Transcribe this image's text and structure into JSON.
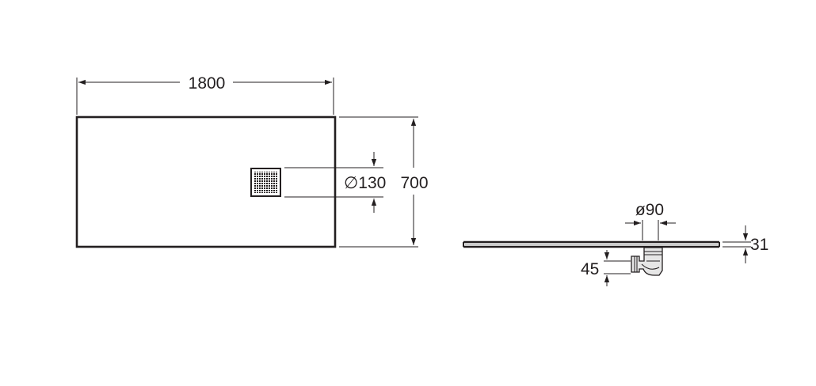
{
  "plan_view": {
    "length_label": "1800",
    "width_label": "700",
    "drain_label": "∅130"
  },
  "side_view": {
    "outlet_diameter_label": "ø90",
    "tray_height_label": "31",
    "drain_height_label": "45"
  },
  "colors": {
    "line": "#231f20",
    "background": "#ffffff"
  }
}
